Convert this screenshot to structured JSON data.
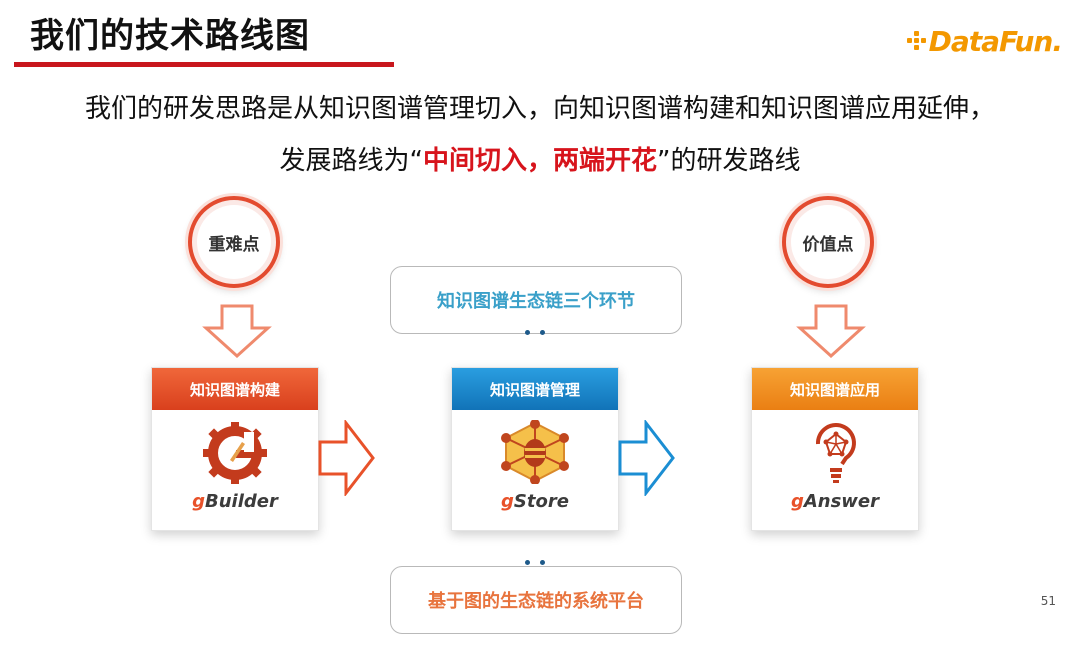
{
  "title": "我们的技术路线图",
  "logo": {
    "text": "DataFun."
  },
  "subtitle": {
    "line1": "我们的研发思路是从知识图谱管理切入，向知识图谱构建和知识图谱应用延伸，",
    "line2_prefix": "发展路线为“",
    "line2_highlight": "中间切入，两端开花",
    "line2_suffix": "”的研发路线"
  },
  "left_circle": "重难点",
  "right_circle": "价值点",
  "top_pill": "知识图谱生态链三个环节",
  "bottom_pill": "基于图的生态链的系统平台",
  "cards": [
    {
      "header": "知识图谱构建",
      "brand_g": "g",
      "brand": "Builder",
      "color": "#e8522a"
    },
    {
      "header": "知识图谱管理",
      "brand_g": "g",
      "brand": "Store",
      "color": "#1b8ed3"
    },
    {
      "header": "知识图谱应用",
      "brand_g": "g",
      "brand": "Answer",
      "color": "#f08a1c"
    }
  ],
  "page_number": "51"
}
